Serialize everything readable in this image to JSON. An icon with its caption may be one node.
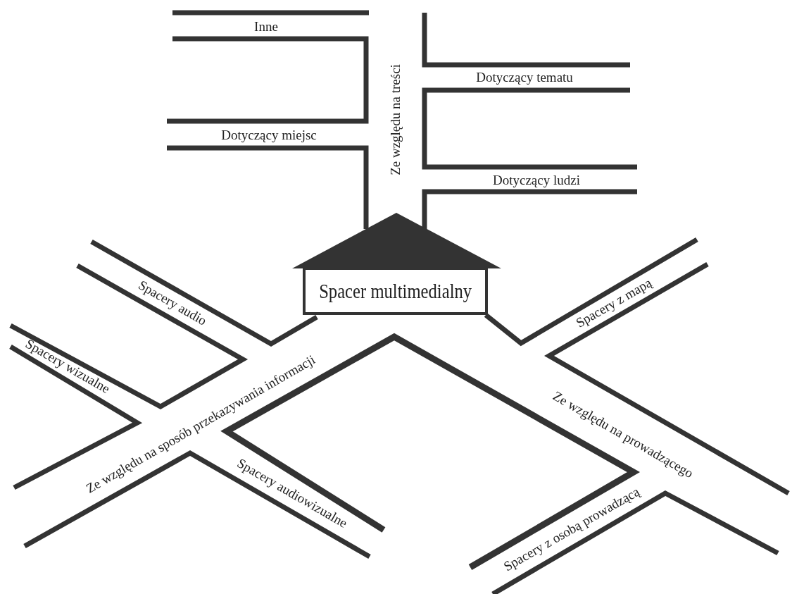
{
  "diagram": {
    "nodes": [
      {
        "text": [
          "Spacer multimedialny"
        ]
      }
    ],
    "labels": [
      "Inne",
      "Ze względu na treści",
      "Dotyczący tematu",
      "Dotyczący miejsc",
      "Dotyczący ludzi",
      "Spacery audio",
      "Spacery z mapą",
      "Spacery wizualne",
      "Ze względu na sposób przekazywania informacji",
      "Ze względu na prowadzącego",
      "Spacery audiowizualne",
      "Spacery z osobą prowadzącą"
    ]
  }
}
